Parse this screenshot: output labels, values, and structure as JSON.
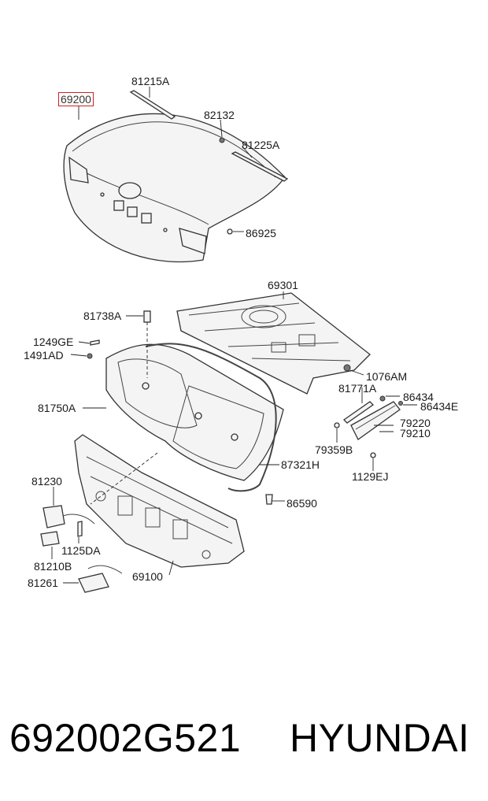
{
  "labels": {
    "l69200": "69200",
    "l81215A": "81215A",
    "l82132": "82132",
    "l81225A": "81225A",
    "l86925": "86925",
    "l69301": "69301",
    "l81738A": "81738A",
    "l1249GE": "1249GE",
    "l1491AD": "1491AD",
    "l1076AM": "1076AM",
    "l81771A": "81771A",
    "l86434": "86434",
    "l86434E": "86434E",
    "l81750A": "81750A",
    "l79220": "79220",
    "l79210": "79210",
    "l79359B": "79359B",
    "l87321H": "87321H",
    "l1129EJ": "1129EJ",
    "l81230": "81230",
    "l86590": "86590",
    "l1125DA": "1125DA",
    "l81210B": "81210B",
    "l69100": "69100",
    "l81261": "81261"
  },
  "footer": {
    "part_number": "692002G521",
    "brand": "HYUNDAI"
  },
  "colors": {
    "highlight": "#d02020",
    "line": "#333333",
    "text": "#1a1a1a"
  }
}
